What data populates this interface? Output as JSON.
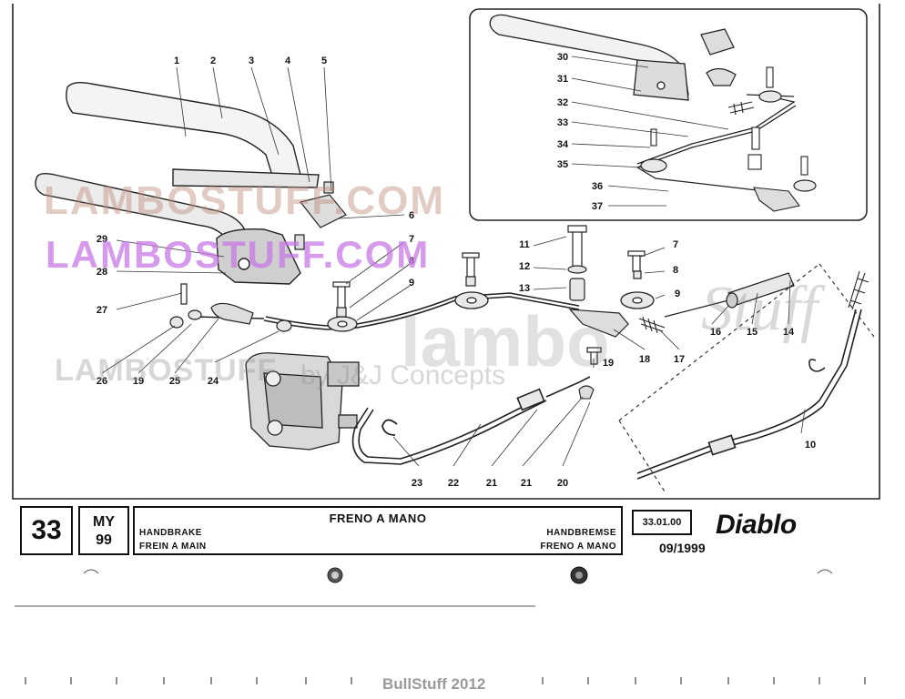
{
  "watermarks": {
    "line1": "LAMBOSTUFF.COM",
    "line2": "LAMBOSTUFF.COM",
    "line3": "LAMBOSTUFF",
    "line3_tail": "by J&J Concepts",
    "logo_word": "lambo",
    "logo_script": "Stuff"
  },
  "callouts": {
    "c1": "1",
    "c2": "2",
    "c3": "3",
    "c4": "4",
    "c5": "5",
    "c6": "6",
    "c7a": "7",
    "c7b": "7",
    "c8a": "8",
    "c8b": "8",
    "c9a": "9",
    "c9b": "9",
    "c10": "10",
    "c11": "11",
    "c12": "12",
    "c13": "13",
    "c14": "14",
    "c15": "15",
    "c16": "16",
    "c17": "17",
    "c18": "18",
    "c19a": "19",
    "c19b": "19",
    "c20": "20",
    "c21a": "21",
    "c21b": "21",
    "c22": "22",
    "c23": "23",
    "c24": "24",
    "c25": "25",
    "c26": "26",
    "c27": "27",
    "c28": "28",
    "c29": "29",
    "c30": "30",
    "c31": "31",
    "c32": "32",
    "c33": "33",
    "c34": "34",
    "c35": "35",
    "c36": "36",
    "c37": "37"
  },
  "title_block": {
    "page_number": "33",
    "model_year_top": "MY",
    "model_year_bottom": "99",
    "title_it": "FRENO A MANO",
    "title_en": "HANDBRAKE",
    "title_fr": "FREIN A MAIN",
    "title_de": "HANDBREMSE",
    "title_it_small": "FRENO A MANO",
    "reference": "33.01.00",
    "brand": "Diablo",
    "date": "09/1999"
  },
  "footer": {
    "credit": "BullStuff 2012"
  }
}
